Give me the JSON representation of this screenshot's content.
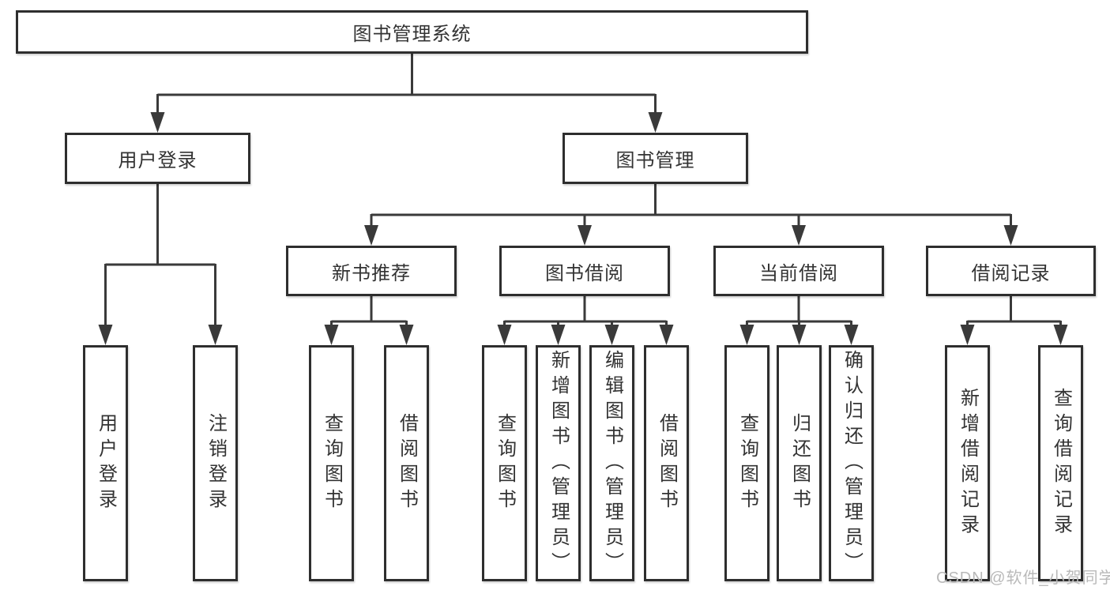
{
  "tree": {
    "label": "图书管理系统",
    "children": [
      {
        "label": "用户登录",
        "children": [
          {
            "label": "用户登录"
          },
          {
            "label": "注销登录"
          }
        ]
      },
      {
        "label": "图书管理",
        "children": [
          {
            "label": "新书推荐",
            "children": [
              {
                "label": "查询图书"
              },
              {
                "label": "借阅图书"
              }
            ]
          },
          {
            "label": "图书借阅",
            "children": [
              {
                "label": "查询图书"
              },
              {
                "label": "新增图书（管理员）"
              },
              {
                "label": "编辑图书（管理员）"
              },
              {
                "label": "借阅图书"
              }
            ]
          },
          {
            "label": "当前借阅",
            "children": [
              {
                "label": "查询图书"
              },
              {
                "label": "归还图书"
              },
              {
                "label": "确认归还（管理员）"
              }
            ]
          },
          {
            "label": "借阅记录",
            "children": [
              {
                "label": "新增借阅记录"
              },
              {
                "label": "查询借阅记录"
              }
            ]
          }
        ]
      }
    ]
  },
  "colors": {
    "line": "#3a3a3a",
    "border": "#2e2e2e",
    "text": "#333333",
    "watermark": "#b9b9b9"
  },
  "watermark": "CSDN @软件_小贺同学"
}
